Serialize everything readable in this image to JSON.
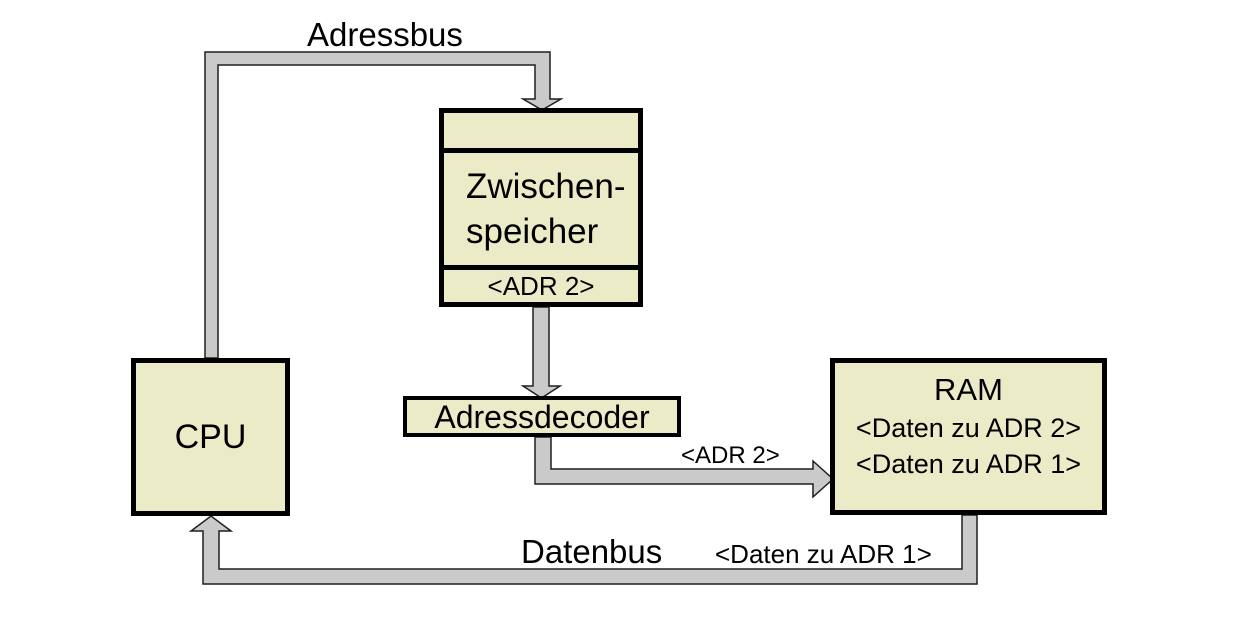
{
  "colors": {
    "background": "#ffffff",
    "box_fill": "#ebebc8",
    "box_border": "#000000",
    "bus_fill": "#cacaca",
    "bus_outline": "#1f1f1f",
    "text": "#000000"
  },
  "bus_labels": {
    "adressbus": "Adressbus",
    "datenbus": "Datenbus",
    "adr2": "<ADR 2>",
    "daten_zu_adr1": "<Daten zu ADR 1>"
  },
  "cpu": {
    "label": "CPU"
  },
  "zwischenspeicher": {
    "name": "Zwischen-\nspeicher",
    "slot": "<ADR 2>"
  },
  "adressdecoder": {
    "label": "Adressdecoder"
  },
  "ram": {
    "title": "RAM",
    "rows": [
      "<Daten zu ADR 2>",
      "<Daten zu ADR 1>"
    ]
  }
}
